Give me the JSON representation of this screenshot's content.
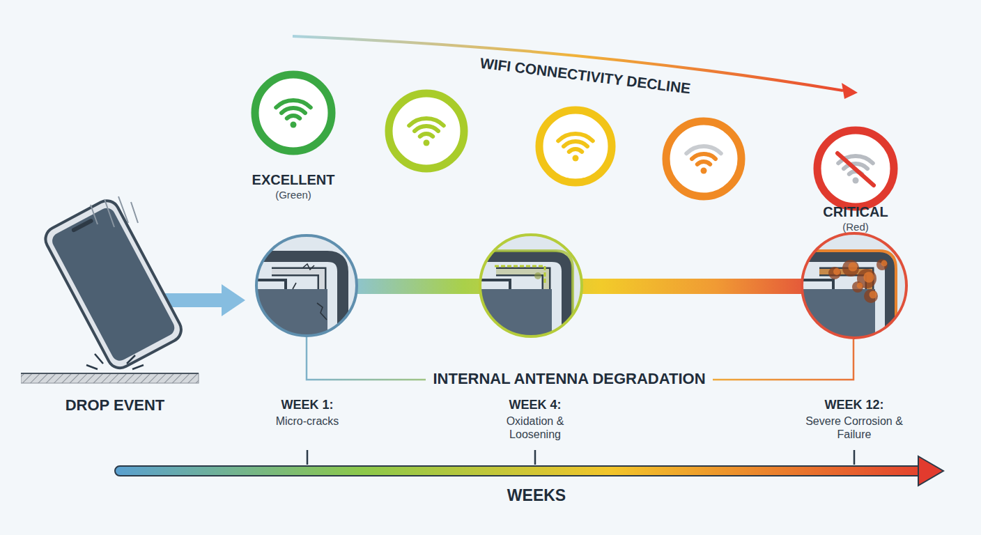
{
  "diagram": {
    "nodes": [
      {
        "text": [
          "DROP EVENT"
        ]
      },
      {
        "text": [
          "EXCELLENT",
          "(Green)"
        ]
      },
      {
        "text": [
          "CRITICAL",
          "(Red)"
        ]
      }
    ],
    "labels": [
      "WIFI CONNECTIVITY DECLINE",
      "INTERNAL ANTENNA DEGRADATION",
      "WEEK 1:",
      "Micro-cracks",
      "WEEK 4:",
      "Oxidation & Loosening",
      "WEEK 12:",
      "Severe Corrosion & Failure",
      "WEEKS"
    ]
  }
}
